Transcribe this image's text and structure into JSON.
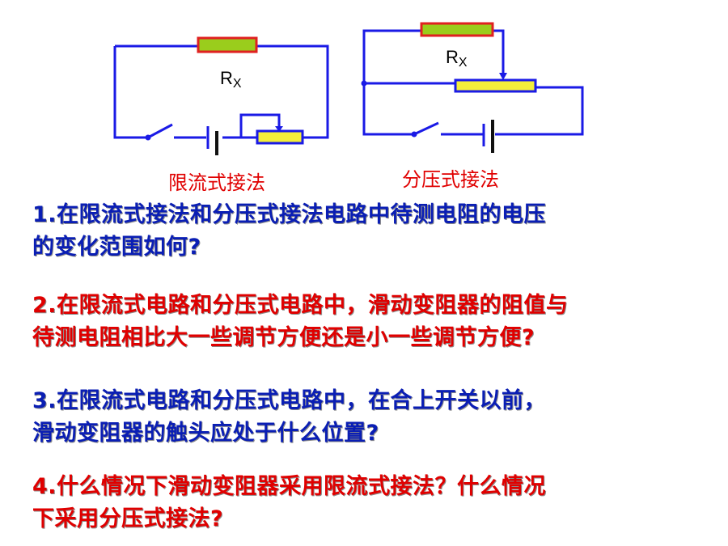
{
  "diagram_left": {
    "resistor_label": "R",
    "resistor_sub": "X",
    "caption": "限流式接法"
  },
  "diagram_right": {
    "resistor_label": "R",
    "resistor_sub": "X",
    "caption": "分压式接法"
  },
  "questions": [
    {
      "line1": "1.在限流式接法和分压式接法电路中待测电阻的电压",
      "line2": "的变化范围如何?",
      "color": "#0a1eb4"
    },
    {
      "line1": "2.在限流式电路和分压式电路中，滑动变阻器的阻值与",
      "line2": "待测电阻相比大一些调节方便还是小一些调节方便?",
      "color": "#e00000"
    },
    {
      "line1": "3.在限流式电路和分压式电路中，在合上开关以前，",
      "line2": "滑动变阻器的触头应处于什么位置?",
      "color": "#0a1eb4"
    },
    {
      "line1": "4.什么情况下滑动变阻器采用限流式接法？什么情况",
      "line2": "下采用分压式接法?",
      "color": "#e00000"
    }
  ]
}
